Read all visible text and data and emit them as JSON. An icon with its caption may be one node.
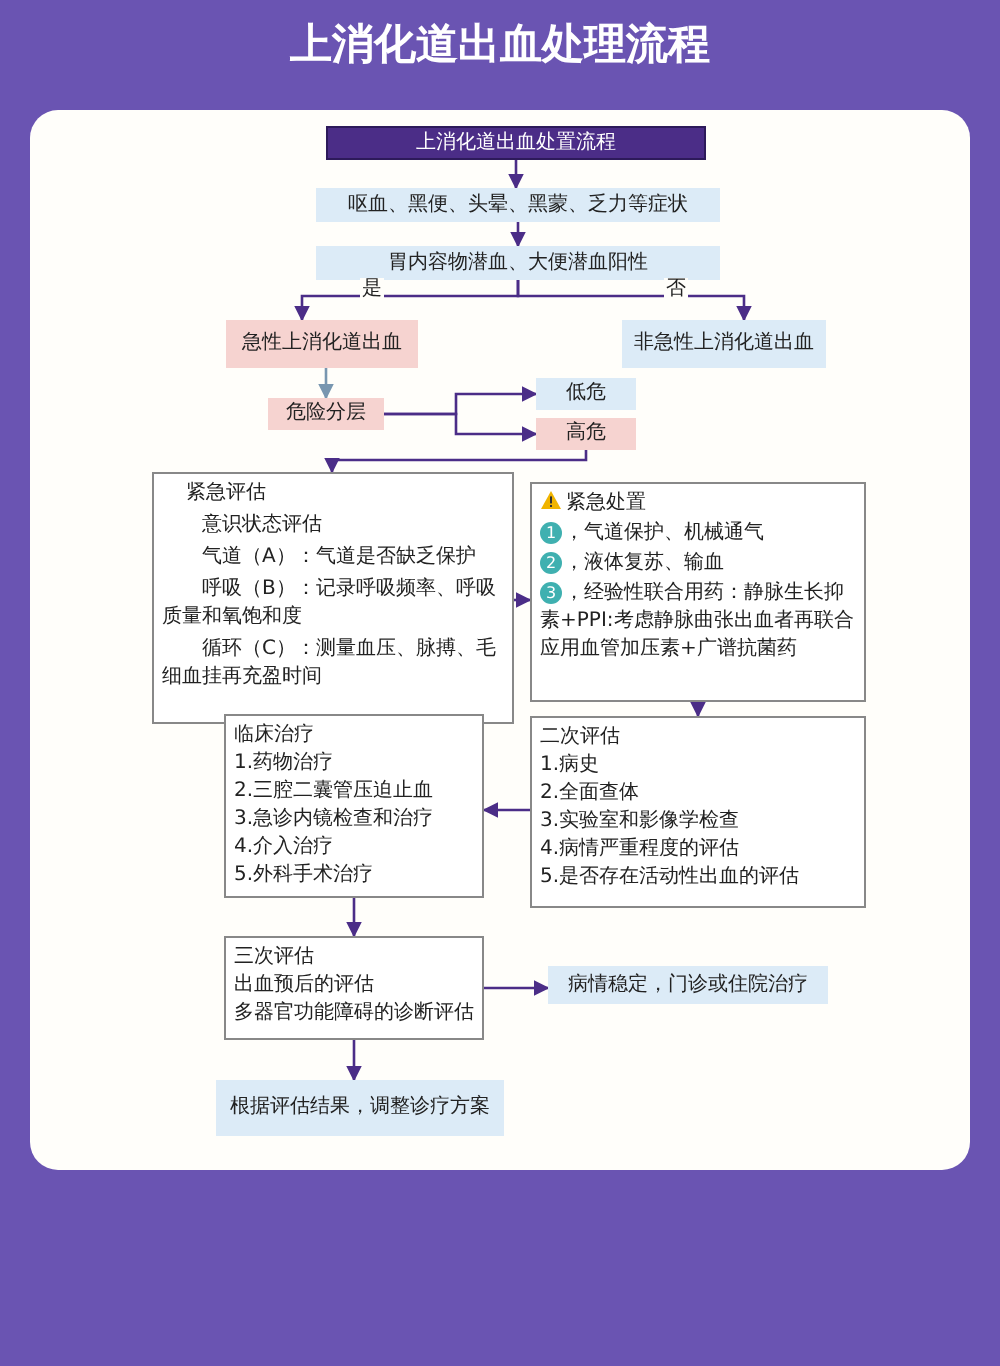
{
  "diagram": {
    "title": "上消化道出血处理流程",
    "nodes": [
      {
        "text": [
          "上消化道出血处置流程"
        ]
      },
      {
        "text": [
          "呕血、黑便、头晕、黑蒙、乏力等症状"
        ]
      },
      {
        "text": [
          "胃内容物潜血、大便潜血阳性"
        ]
      },
      {
        "text": [
          "急性上消化道出血"
        ]
      },
      {
        "text": [
          "非急性上消化道出血"
        ]
      },
      {
        "text": [
          "危险分层"
        ]
      },
      {
        "text": [
          "低危"
        ]
      },
      {
        "text": [
          "高危"
        ]
      },
      {
        "text": [
          "紧急评估",
          "意识状态评估",
          "气道（A）：气道是否缺乏保护",
          "呼吸（B）：记录呼吸频率、呼吸质量和氧饱和度",
          "循环（C）：测量血压、脉搏、毛细血挂再充盈时间"
        ]
      },
      {
        "text": [
          "紧急处置",
          "，气道保护、机械通气",
          "，液体复苏、输血",
          "，经验性联合用药：静脉生长抑素+PPI:考虑静脉曲张出血者再联合应用血管加压素+广谱抗菌药"
        ]
      },
      {
        "text": [
          "二次评估",
          "1.病史",
          "2.全面查体",
          "3.实验室和影像学检查",
          "4.病情严重程度的评估",
          "5.是否存在活动性出血的评估"
        ]
      },
      {
        "text": [
          "临床治疗",
          "1.药物治疗",
          "2.三腔二囊管压迫止血",
          "3.急诊内镜检查和治疗",
          "4.介入治疗",
          "5.外科手术治疗"
        ]
      },
      {
        "text": [
          "三次评估",
          "出血预后的评估",
          "多器官功能障碍的诊断评估"
        ]
      },
      {
        "text": [
          "病情稳定，门诊或住院治疗"
        ]
      },
      {
        "text": [
          "根据评估结果，调整诊疗方案"
        ]
      }
    ],
    "edges": [
      {
        "from": 0,
        "to": 1,
        "arrow": "to"
      },
      {
        "from": 1,
        "to": 2,
        "arrow": "to"
      },
      {
        "from": 2,
        "to": 3,
        "arrow": "to",
        "label": "是"
      },
      {
        "from": 2,
        "to": 4,
        "arrow": "to",
        "label": "否"
      },
      {
        "from": 3,
        "to": 5,
        "arrow": "to",
        "color": "#7896b0"
      },
      {
        "from": 5,
        "to": 6,
        "arrow": "to"
      },
      {
        "from": 5,
        "to": 7,
        "arrow": "to"
      },
      {
        "from": 7,
        "to": 8,
        "arrow": "to"
      },
      {
        "from": 8,
        "to": 9,
        "arrow": "to"
      },
      {
        "from": 9,
        "to": 10,
        "arrow": "to"
      },
      {
        "from": 10,
        "to": 11,
        "arrow": "to"
      },
      {
        "from": 11,
        "to": 12,
        "arrow": "to"
      },
      {
        "from": 12,
        "to": 13,
        "arrow": "to"
      },
      {
        "from": 12,
        "to": 14,
        "arrow": "to"
      }
    ],
    "labels": [
      "1",
      "2",
      "3"
    ]
  }
}
